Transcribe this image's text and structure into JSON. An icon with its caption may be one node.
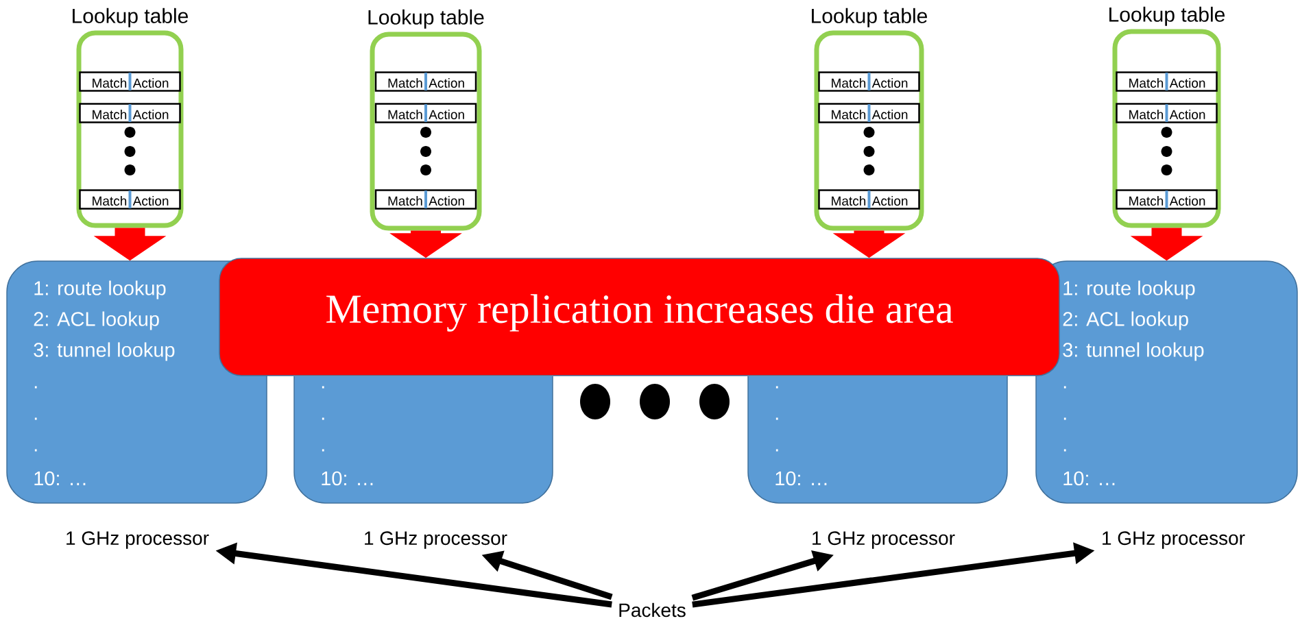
{
  "diagram": {
    "nodes": [
      {
        "text": [
          "Lookup table"
        ]
      },
      {
        "text": [
          "Match",
          "Action"
        ],
        "in": 0
      },
      {
        "text": [
          "Match",
          "Action"
        ],
        "in": 0
      },
      {
        "text": [
          "Match",
          "Action"
        ],
        "in": 0
      },
      {
        "text": [
          "Lookup table"
        ]
      },
      {
        "text": [
          "Match",
          "Action"
        ],
        "in": 4
      },
      {
        "text": [
          "Match",
          "Action"
        ],
        "in": 4
      },
      {
        "text": [
          "Match",
          "Action"
        ],
        "in": 4
      },
      {
        "text": [
          "Lookup table"
        ]
      },
      {
        "text": [
          "Match",
          "Action"
        ],
        "in": 8
      },
      {
        "text": [
          "Match",
          "Action"
        ],
        "in": 8
      },
      {
        "text": [
          "Match",
          "Action"
        ],
        "in": 8
      },
      {
        "text": [
          "Lookup table"
        ]
      },
      {
        "text": [
          "Match",
          "Action"
        ],
        "in": 12
      },
      {
        "text": [
          "Match",
          "Action"
        ],
        "in": 12
      },
      {
        "text": [
          "Match",
          "Action"
        ],
        "in": 12
      },
      {
        "text": [
          "1: route lookup",
          "2: ACL lookup",
          "3: tunnel lookup",
          ".",
          ".",
          ".",
          "10: …"
        ]
      },
      {
        "text": [
          ".",
          ".",
          ".",
          "10: …"
        ]
      },
      {
        "text": [
          ".",
          ".",
          ".",
          "10: …"
        ]
      },
      {
        "text": [
          "1: route lookup",
          "2: ACL lookup",
          "3: tunnel lookup",
          ".",
          ".",
          ".",
          "10: …"
        ]
      },
      {
        "text": [
          "Memory replication increases die area"
        ]
      },
      {
        "text": [
          "1 GHz processor"
        ]
      },
      {
        "text": [
          "1 GHz processor"
        ]
      },
      {
        "text": [
          "1 GHz processor"
        ]
      },
      {
        "text": [
          "1 GHz processor"
        ]
      },
      {
        "text": [
          "Packets"
        ]
      }
    ],
    "edges": [
      {
        "from": 0,
        "to": 16,
        "arrow": "to",
        "style": "thick",
        "color": "#ff0000"
      },
      {
        "from": 4,
        "to": 20,
        "arrow": "to",
        "style": "thick",
        "color": "#ff0000"
      },
      {
        "from": 8,
        "to": 20,
        "arrow": "to",
        "style": "thick",
        "color": "#ff0000"
      },
      {
        "from": 12,
        "to": 19,
        "arrow": "to",
        "style": "thick",
        "color": "#ff0000"
      },
      {
        "from": 25,
        "to": 21,
        "arrow": "to",
        "color": "#000000"
      },
      {
        "from": 25,
        "to": 22,
        "arrow": "to",
        "color": "#000000"
      },
      {
        "from": 25,
        "to": 23,
        "arrow": "to",
        "color": "#000000"
      },
      {
        "from": 25,
        "to": 24,
        "arrow": "to",
        "color": "#000000"
      }
    ]
  }
}
